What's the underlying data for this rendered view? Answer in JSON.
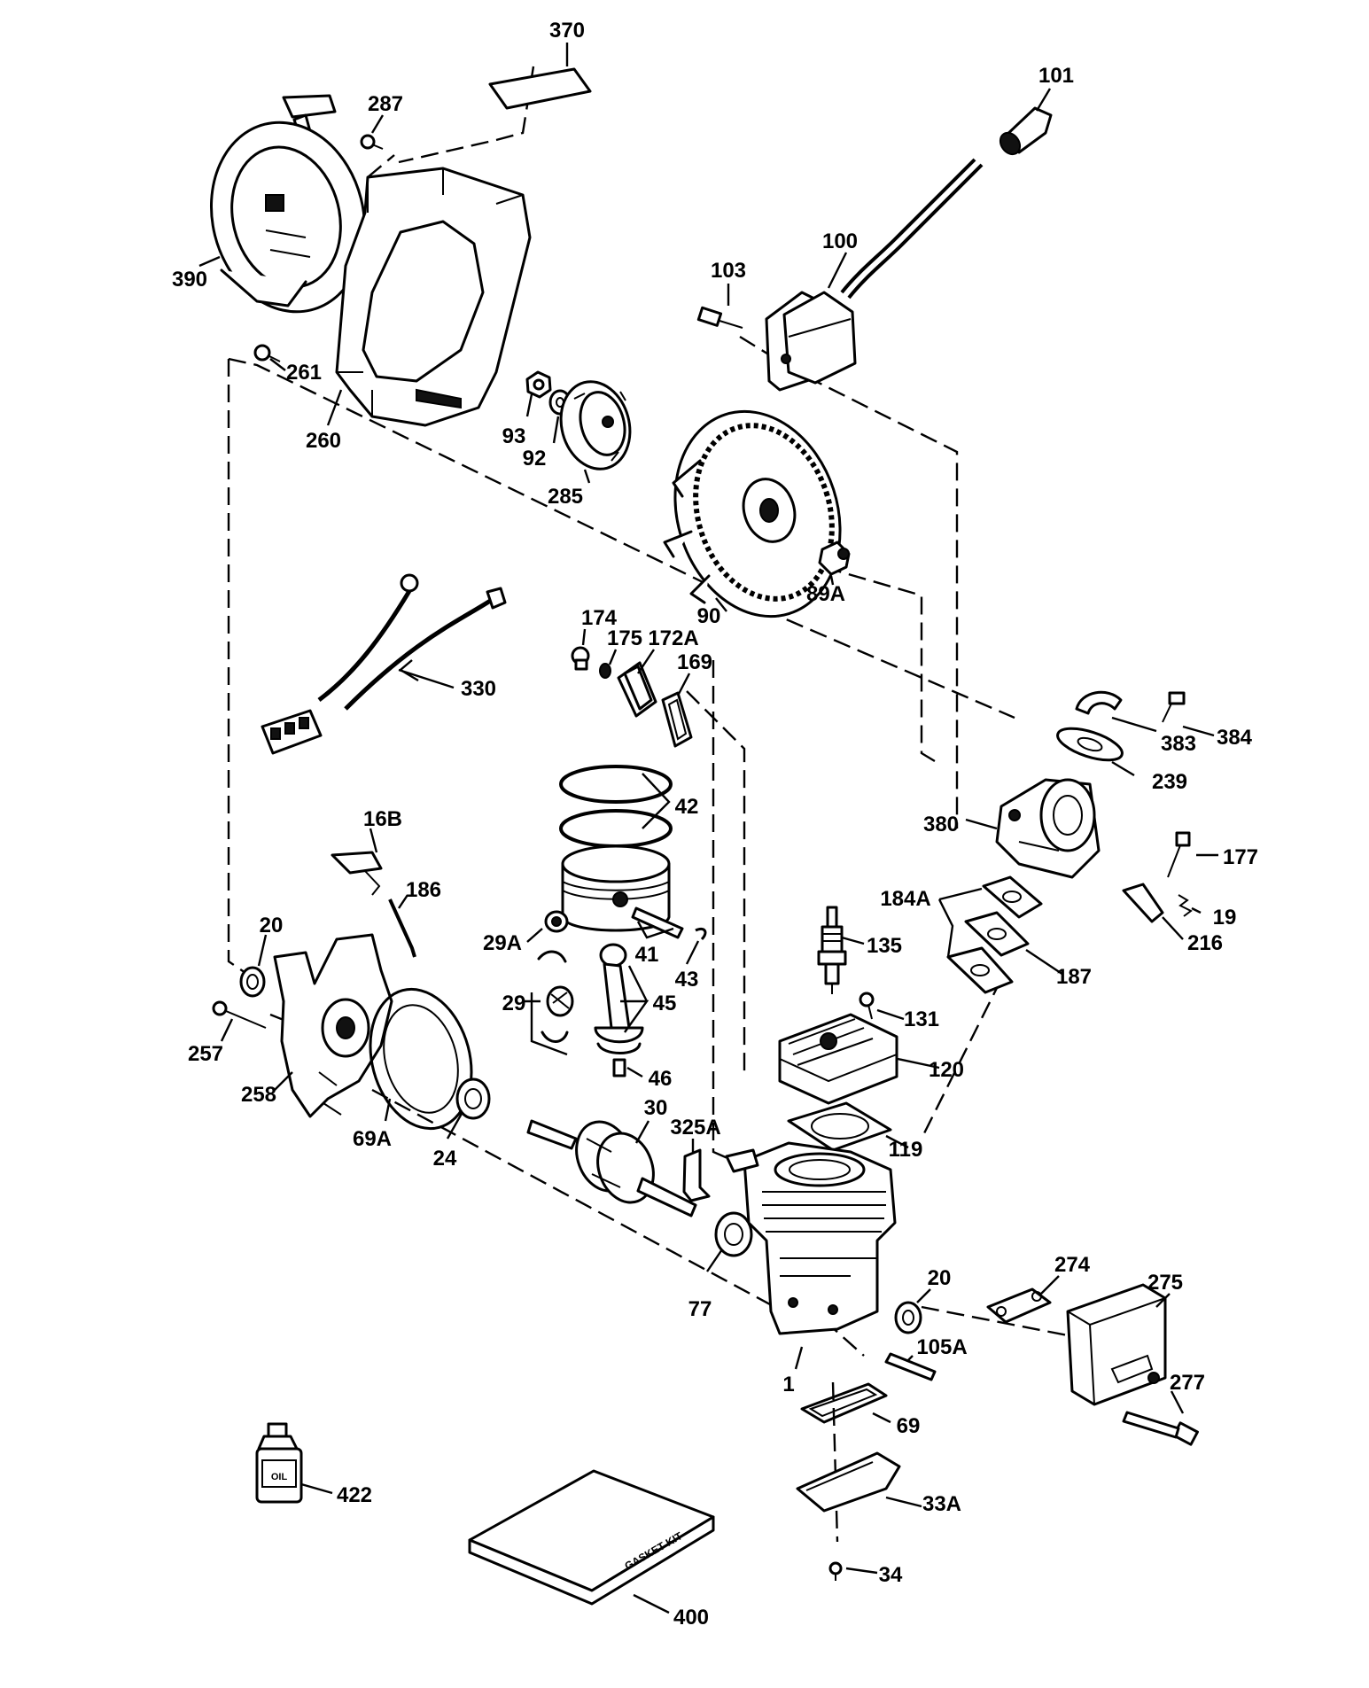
{
  "labels": {
    "p370": "370",
    "p287": "287",
    "p390": "390",
    "p261": "261",
    "p260": "260",
    "p93": "93",
    "p92": "92",
    "p285": "285",
    "p101": "101",
    "p103": "103",
    "p100": "100",
    "p90": "90",
    "p89A": "89A",
    "p174": "174",
    "p175": "175",
    "p172A": "172A",
    "p169": "169",
    "p330": "330",
    "p383": "383",
    "p384": "384",
    "p239": "239",
    "p380": "380",
    "p177": "177",
    "p42": "42",
    "p16B": "16B",
    "p186": "186",
    "p20a": "20",
    "p29A": "29A",
    "p41": "41",
    "p43": "43",
    "p184A": "184A",
    "p19": "19",
    "p216": "216",
    "p135": "135",
    "p187": "187",
    "p29": "29",
    "p45": "45",
    "p257": "257",
    "p131": "131",
    "p46": "46",
    "p120": "120",
    "p258": "258",
    "p30": "30",
    "p325A": "325A",
    "p69A": "69A",
    "p24": "24",
    "p119": "119",
    "p77": "77",
    "p20b": "20",
    "p274": "274",
    "p275": "275",
    "p105A": "105A",
    "p1": "1",
    "p277": "277",
    "p69": "69",
    "p422": "422",
    "p33A": "33A",
    "p34": "34",
    "p400": "400"
  },
  "printed": {
    "gasket_kit_text": "GASKET KIT",
    "oil_bottle_text": "OIL"
  }
}
